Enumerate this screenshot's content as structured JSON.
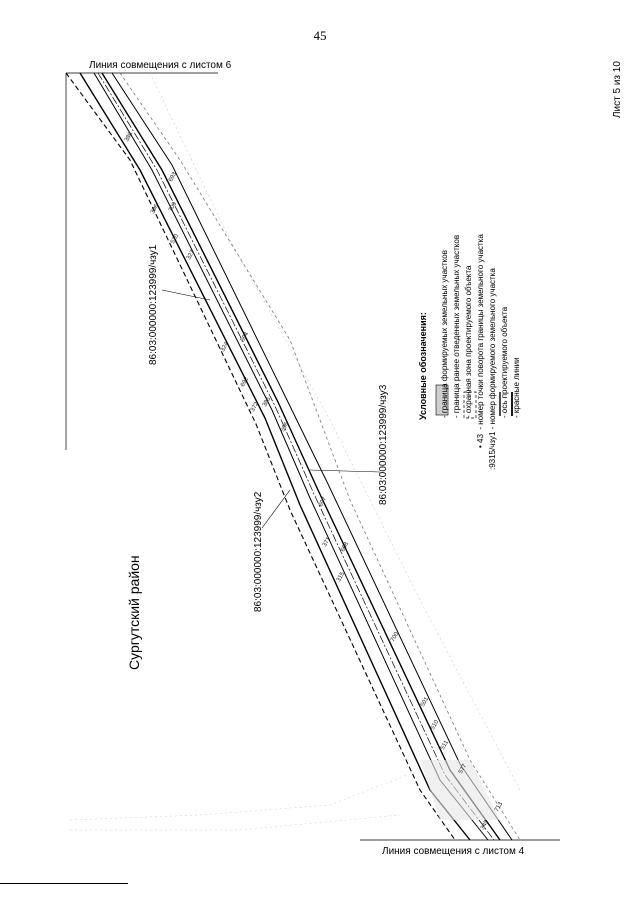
{
  "page_number": "45",
  "sheet_label": "Лист 5 из 10",
  "top_line_label": "Линия совмещения с листом 6",
  "bottom_line_label": "Линия совмещения с листом 4",
  "district_label": "Сургутский район",
  "parcels": {
    "zu1": "86:03:000000:123999/чзу1",
    "zu2": "86:03:000000:123999/чзу2",
    "zu3": "86:03:000000:123999/чзу3"
  },
  "legend": {
    "title": "Условные обозначения:",
    "items": [
      {
        "symbol": "",
        "text": "- граница формируемых земельных участков"
      },
      {
        "symbol": "",
        "text": "- граница ранее отведенных земельных участков"
      },
      {
        "symbol": "",
        "text": "- охранная зона проектируемого объекта"
      },
      {
        "symbol": "• 43",
        "text": "- номер точки поворота границы земельного участка"
      },
      {
        "symbol": ":9315/чзу1",
        "text": "- номер формируемого земельного участка"
      },
      {
        "symbol": "",
        "text": "- ось проектируемого объекта"
      },
      {
        "symbol": "",
        "text": "- красные линии"
      }
    ]
  },
  "point_labels": [
    "388",
    "693",
    "396",
    "709",
    "510",
    "327",
    "324",
    "594",
    "692",
    "372",
    "386",
    "596",
    "697",
    "371",
    "668",
    "315",
    "700",
    "501",
    "510",
    "511",
    "577",
    "713",
    "345"
  ]
}
